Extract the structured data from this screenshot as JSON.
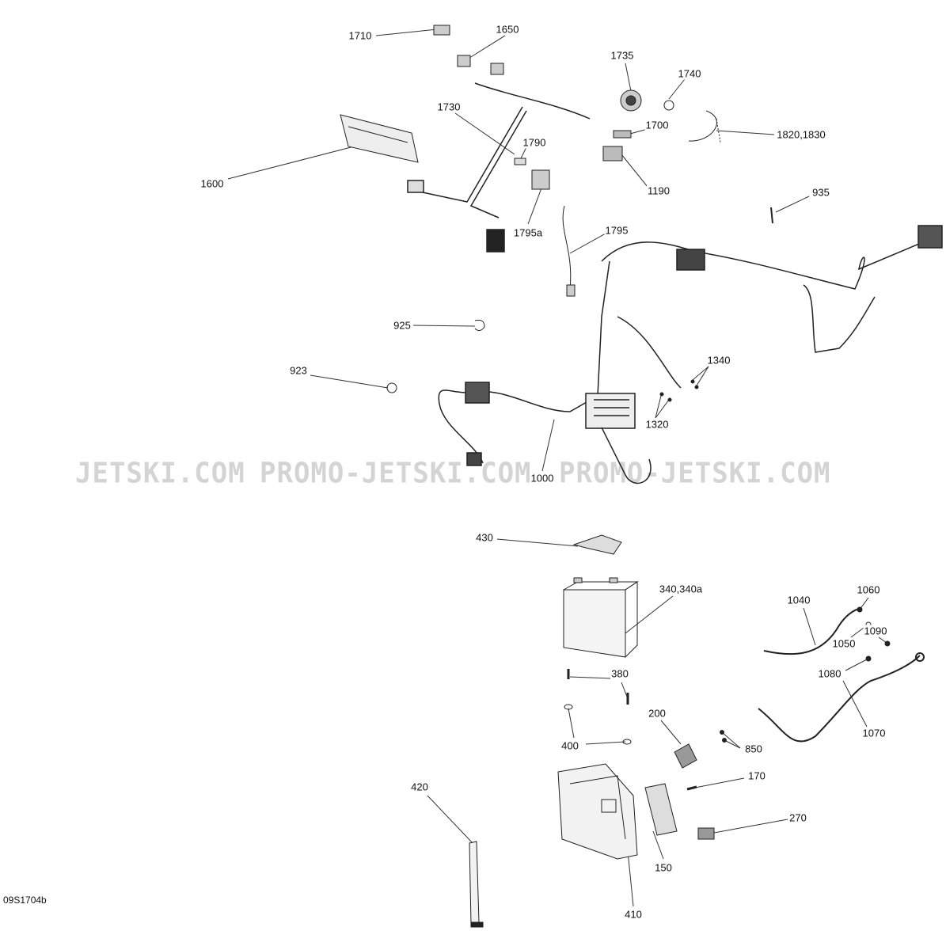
{
  "diagram_code": "09S1704b",
  "watermarks": [
    "JETSKI.COM",
    "PROMO-JETSKI.COM",
    "PROMO-JETSKI.COM"
  ],
  "callouts": [
    {
      "id": "1710",
      "label": "1710"
    },
    {
      "id": "1650",
      "label": "1650"
    },
    {
      "id": "1730",
      "label": "1730"
    },
    {
      "id": "1735",
      "label": "1735"
    },
    {
      "id": "1740",
      "label": "1740"
    },
    {
      "id": "1700",
      "label": "1700"
    },
    {
      "id": "1820",
      "label": "1820,1830"
    },
    {
      "id": "1600",
      "label": "1600"
    },
    {
      "id": "1790",
      "label": "1790"
    },
    {
      "id": "1190",
      "label": "1190"
    },
    {
      "id": "935",
      "label": "935"
    },
    {
      "id": "1795a",
      "label": "1795a"
    },
    {
      "id": "1795",
      "label": "1795"
    },
    {
      "id": "925",
      "label": "925"
    },
    {
      "id": "923",
      "label": "923"
    },
    {
      "id": "1340",
      "label": "1340"
    },
    {
      "id": "1320",
      "label": "1320"
    },
    {
      "id": "1000",
      "label": "1000"
    },
    {
      "id": "430",
      "label": "430"
    },
    {
      "id": "340",
      "label": "340,340a"
    },
    {
      "id": "1040",
      "label": "1040"
    },
    {
      "id": "1060",
      "label": "1060"
    },
    {
      "id": "1050",
      "label": "1050"
    },
    {
      "id": "1090",
      "label": "1090"
    },
    {
      "id": "1080",
      "label": "1080"
    },
    {
      "id": "1070",
      "label": "1070"
    },
    {
      "id": "380",
      "label": "380"
    },
    {
      "id": "200",
      "label": "200"
    },
    {
      "id": "400",
      "label": "400"
    },
    {
      "id": "850",
      "label": "850"
    },
    {
      "id": "170",
      "label": "170"
    },
    {
      "id": "270",
      "label": "270"
    },
    {
      "id": "420",
      "label": "420"
    },
    {
      "id": "150",
      "label": "150"
    },
    {
      "id": "410",
      "label": "410"
    }
  ]
}
